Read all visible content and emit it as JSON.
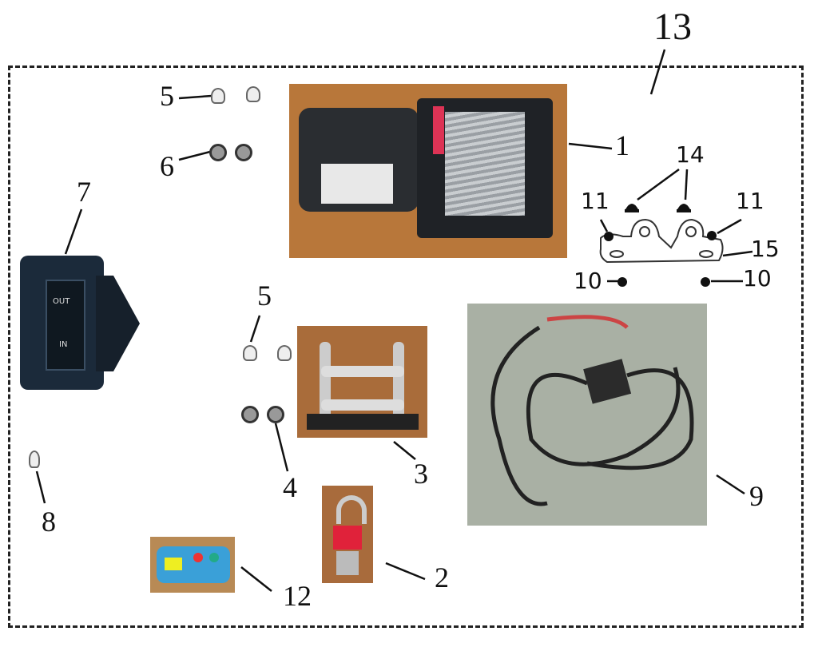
{
  "callouts": {
    "assembly": "13",
    "winch": "1",
    "hook": "2",
    "fairlead": "3",
    "nut_fairlead": "4",
    "bolt_top": "5",
    "bolt_fairlead": "5",
    "nut_top": "6",
    "switch": "7",
    "screw": "8",
    "wiring": "9",
    "nut_left": "10",
    "nut_right": "10",
    "washer_left": "11",
    "washer_right": "11",
    "remote": "12",
    "bolt_bracket": "14",
    "bracket": "15"
  },
  "switch": {
    "out_label": "OUT",
    "in_label": "IN"
  },
  "colors": {
    "winch_bg": "#b8773a",
    "wiring_bg": "#a9b0a4",
    "remote": "#3aa0d8"
  }
}
